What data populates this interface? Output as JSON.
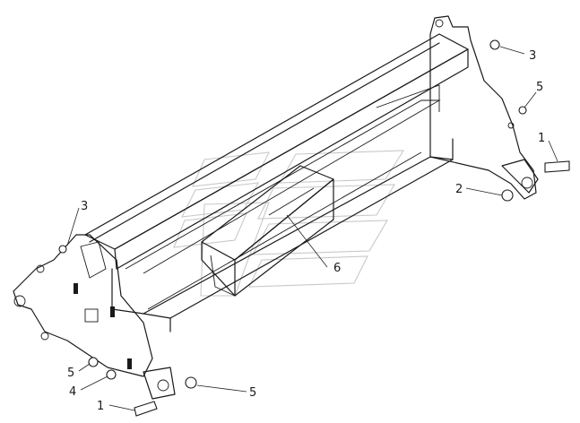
{
  "callouts": [
    {
      "id": "c3-right",
      "label": "3"
    },
    {
      "id": "c5-right",
      "label": "5"
    },
    {
      "id": "c1-right",
      "label": "1"
    },
    {
      "id": "c2-right",
      "label": "2"
    },
    {
      "id": "c6-center",
      "label": "6"
    },
    {
      "id": "c3-left",
      "label": "3"
    },
    {
      "id": "c5-left",
      "label": "5"
    },
    {
      "id": "c4-left",
      "label": "4"
    },
    {
      "id": "c1-left",
      "label": "1"
    },
    {
      "id": "c5-bottom",
      "label": "5"
    }
  ]
}
